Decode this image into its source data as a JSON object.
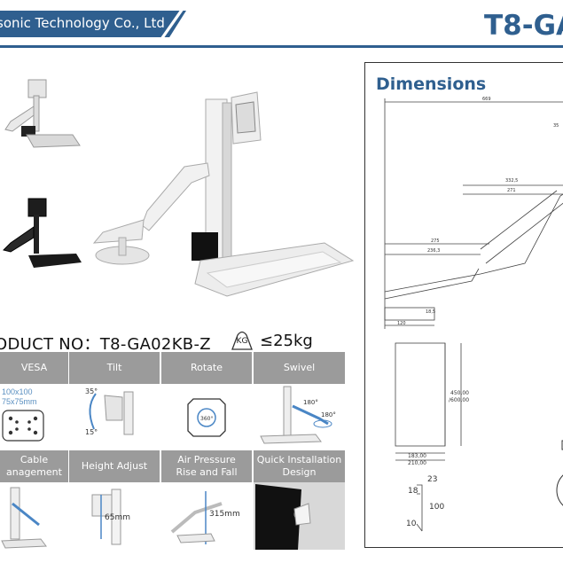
{
  "header": {
    "company": "sonic Technology Co., Ltd",
    "model": "T8-GA",
    "brand_color": "#2f5f8f"
  },
  "product": {
    "number_label": "ODUCT NO：T8-GA02KB-Z",
    "weight_icon": "KG",
    "capacity": "≤25kg"
  },
  "features": {
    "row1": [
      "VESA",
      "Tilt",
      "Rotate",
      "Swivel"
    ],
    "row2": [
      "Cable\nanagement",
      "Height Adjust",
      "Air Pressure\nRise and Fall",
      "Quick Installation\nDesign"
    ],
    "vesa_a": "100x100",
    "vesa_b": "75x75mm",
    "tilt_up": "35°",
    "tilt_down": "15°",
    "rotate": "360°",
    "swivel_a": "180°",
    "swivel_b": "180°",
    "height_adjust": "65mm",
    "air_pressure": "315mm"
  },
  "dimensions": {
    "title": "Dimensions",
    "d669": "669",
    "d35": "35",
    "d3325": "332,5",
    "d271": "271",
    "d275": "275",
    "d2363": "236,3",
    "d120": "120",
    "d185": "18,5",
    "d450": "450,00",
    "d600": "∕600,00",
    "d183": "183,00",
    "d210": "210,00",
    "c23": "23",
    "c18": "18",
    "c100": "100",
    "c10": "10"
  }
}
